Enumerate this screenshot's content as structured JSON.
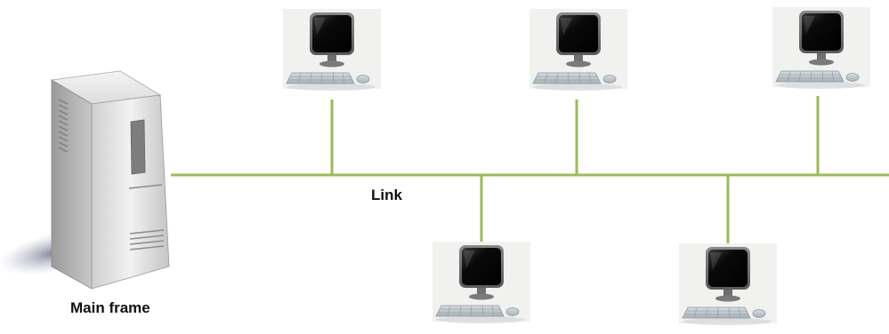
{
  "labels": {
    "link": "Link",
    "main_frame": "Main frame"
  },
  "nodes": {
    "mainframe_icon": "server-tower-icon",
    "workstation_icon": "desktop-computer-icon",
    "workstation_count": 5
  },
  "colors": {
    "link_line": "#9bbb59",
    "label_text": "#111111",
    "server_body": "#d9d9d9",
    "monitor_screen": "#111111"
  }
}
